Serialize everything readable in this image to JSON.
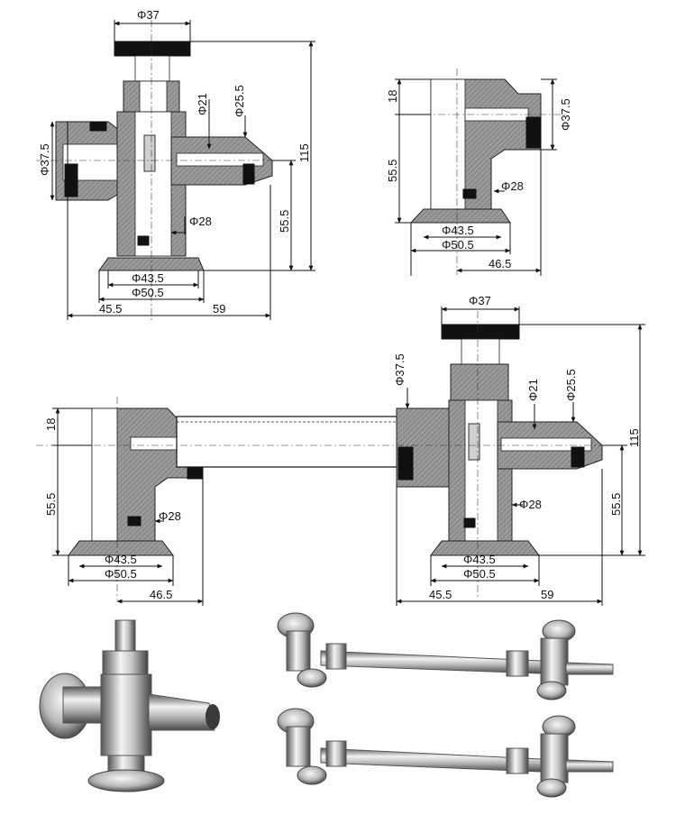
{
  "figure": {
    "top_left_valve": {
      "dims": {
        "handle_dia": "Φ37",
        "left_port_dia": "Φ37.5",
        "inner_dia": "Φ21",
        "nozzle_dia": "Φ25.5",
        "height_total": "115",
        "height_axis": "55.5",
        "bore_dia": "Φ28",
        "clamp_inner": "Φ43.5",
        "clamp_outer": "Φ50.5",
        "offset_left": "45.5",
        "offset_right": "59"
      }
    },
    "top_right_valve": {
      "dims": {
        "top_height": "18",
        "port_dia": "Φ37.5",
        "axis_height": "55.5",
        "bore_dia": "Φ28",
        "clamp_inner": "Φ43.5",
        "clamp_outer": "Φ50.5",
        "width": "46.5"
      }
    },
    "assembly": {
      "left": {
        "top_height": "18",
        "axis_height": "55.5",
        "bore_dia": "Φ28",
        "clamp_inner": "Φ43.5",
        "clamp_outer": "Φ50.5",
        "width": "46.5"
      },
      "right": {
        "handle_dia": "Φ37",
        "port_dia": "Φ37.5",
        "inner_dia": "Φ21",
        "nozzle_dia": "Φ25.5",
        "height_total": "115",
        "height_axis": "55.5",
        "bore_dia": "Φ28",
        "clamp_inner": "Φ43.5",
        "clamp_outer": "Φ50.5",
        "offset_left": "45.5",
        "offset_right": "59"
      }
    },
    "photos": {
      "single_valve": "sampling-valve-photo",
      "sight_glass_1": "sight-glass-assembly-photo",
      "sight_glass_2": "sight-glass-assembly-photo"
    }
  }
}
